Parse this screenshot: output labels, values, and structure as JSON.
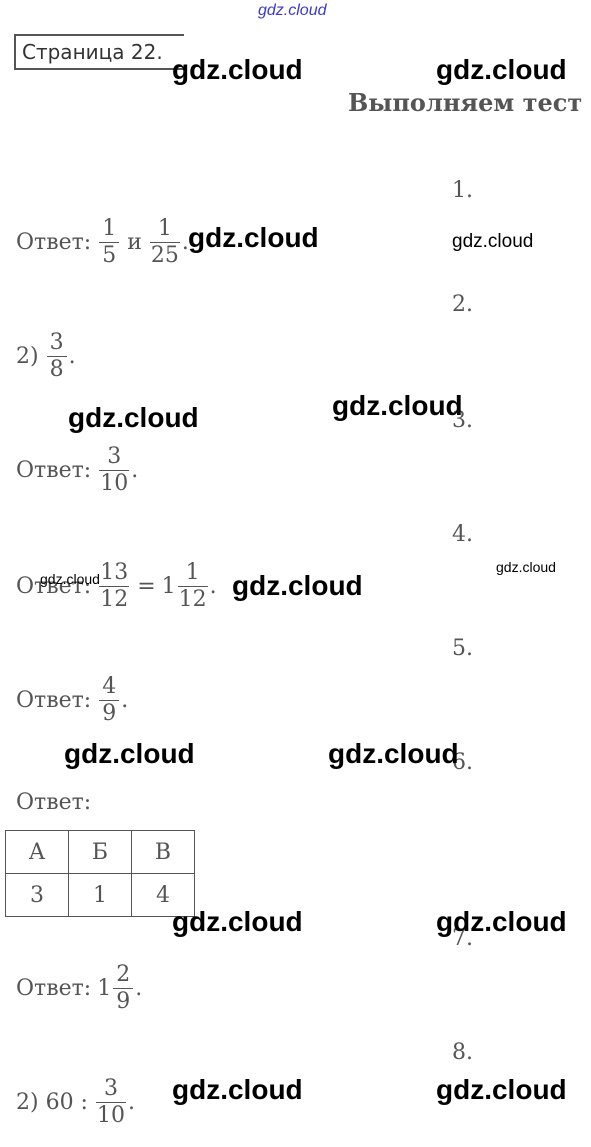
{
  "header": {
    "watermark_top": "gdz.cloud",
    "page_label": "Страница 22.",
    "title": "Выполняем тест"
  },
  "watermarks": {
    "big": "gdz.cloud",
    "small": "gdz.cloud"
  },
  "questions": [
    "1.",
    "2.",
    "3.",
    "4.",
    "5.",
    "6.",
    "7.",
    "8."
  ],
  "answers": {
    "a1": {
      "label": "Ответ:",
      "f1_num": "1",
      "f1_den": "5",
      "conj": "и",
      "f2_num": "1",
      "f2_den": "25",
      "end": "."
    },
    "a2": {
      "label": "2)",
      "num": "3",
      "den": "8",
      "end": "."
    },
    "a3": {
      "label": "Ответ:",
      "num": "3",
      "den": "10",
      "end": "."
    },
    "a4": {
      "label": "Ответ:",
      "num": "13",
      "den": "12",
      "eq": "=",
      "whole": "1",
      "num2": "1",
      "den2": "12",
      "end": "."
    },
    "a5": {
      "label": "Ответ:",
      "num": "4",
      "den": "9",
      "end": "."
    },
    "a6": {
      "label": "Ответ:",
      "headers": [
        "А",
        "Б",
        "В"
      ],
      "values": [
        "3",
        "1",
        "4"
      ]
    },
    "a7": {
      "label": "Ответ:",
      "whole": "1",
      "num": "2",
      "den": "9",
      "end": "."
    },
    "a8": {
      "label": "2) 60 :",
      "num": "3",
      "den": "10",
      "end": "."
    }
  }
}
